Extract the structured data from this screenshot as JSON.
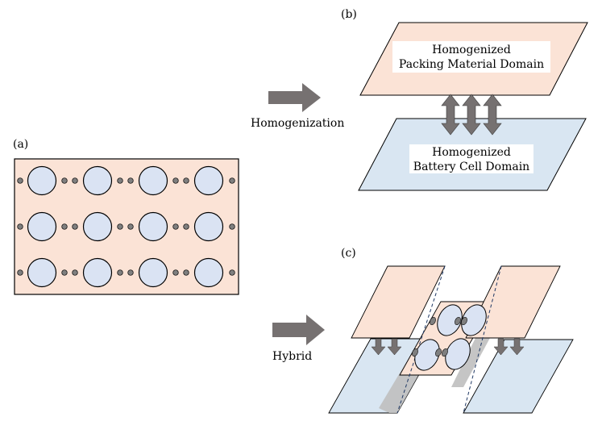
{
  "panels": {
    "a_label": "(a)",
    "b_label": "(b)",
    "c_label": "(c)"
  },
  "arrows": {
    "homogenization_label": "Homogenization",
    "hybrid_label": "Hybrid"
  },
  "domains": {
    "packing_line1": "Homogenized",
    "packing_line2": "Packing Material Domain",
    "battery_line1": "Homogenized",
    "battery_line2": "Battery Cell Domain"
  },
  "colors": {
    "peach": "#fbe3d6",
    "blue_domain": "#d9e6f2",
    "cell": "#dae3f3",
    "arrow_gray": "#767171",
    "small_dot": "#7f7f7f",
    "shadow_gray": "#bfbfbf"
  }
}
